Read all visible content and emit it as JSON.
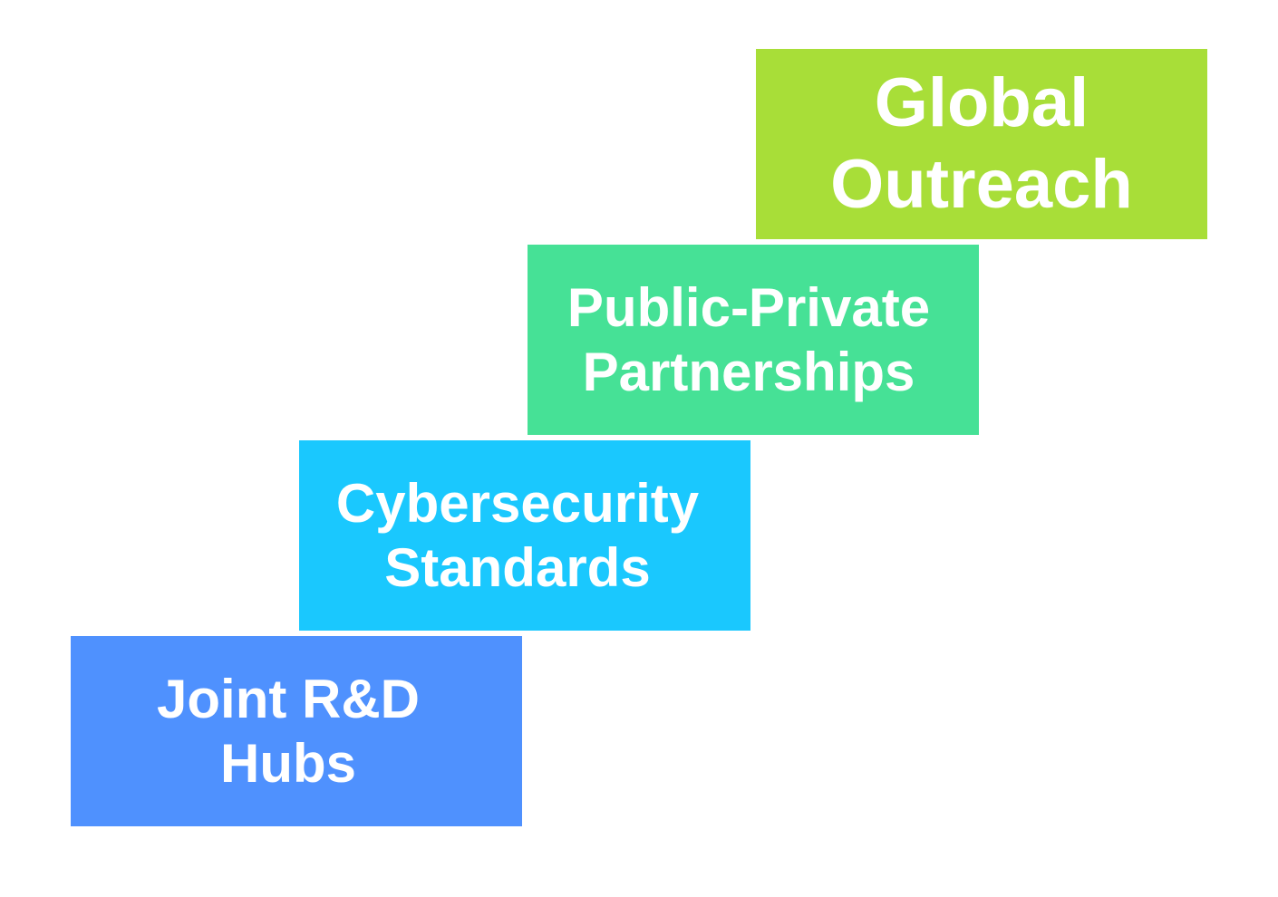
{
  "steps": [
    {
      "line1": "Joint R&D",
      "line2": "Hubs",
      "color": "#4f91fe"
    },
    {
      "line1": "Cybersecurity",
      "line2": "Standards",
      "color": "#1ac8fe"
    },
    {
      "line1": "Public-Private",
      "line2": "Partnerships",
      "color": "#46e196"
    },
    {
      "line1": "Global",
      "line2": "Outreach",
      "color": "#a8de38"
    }
  ]
}
